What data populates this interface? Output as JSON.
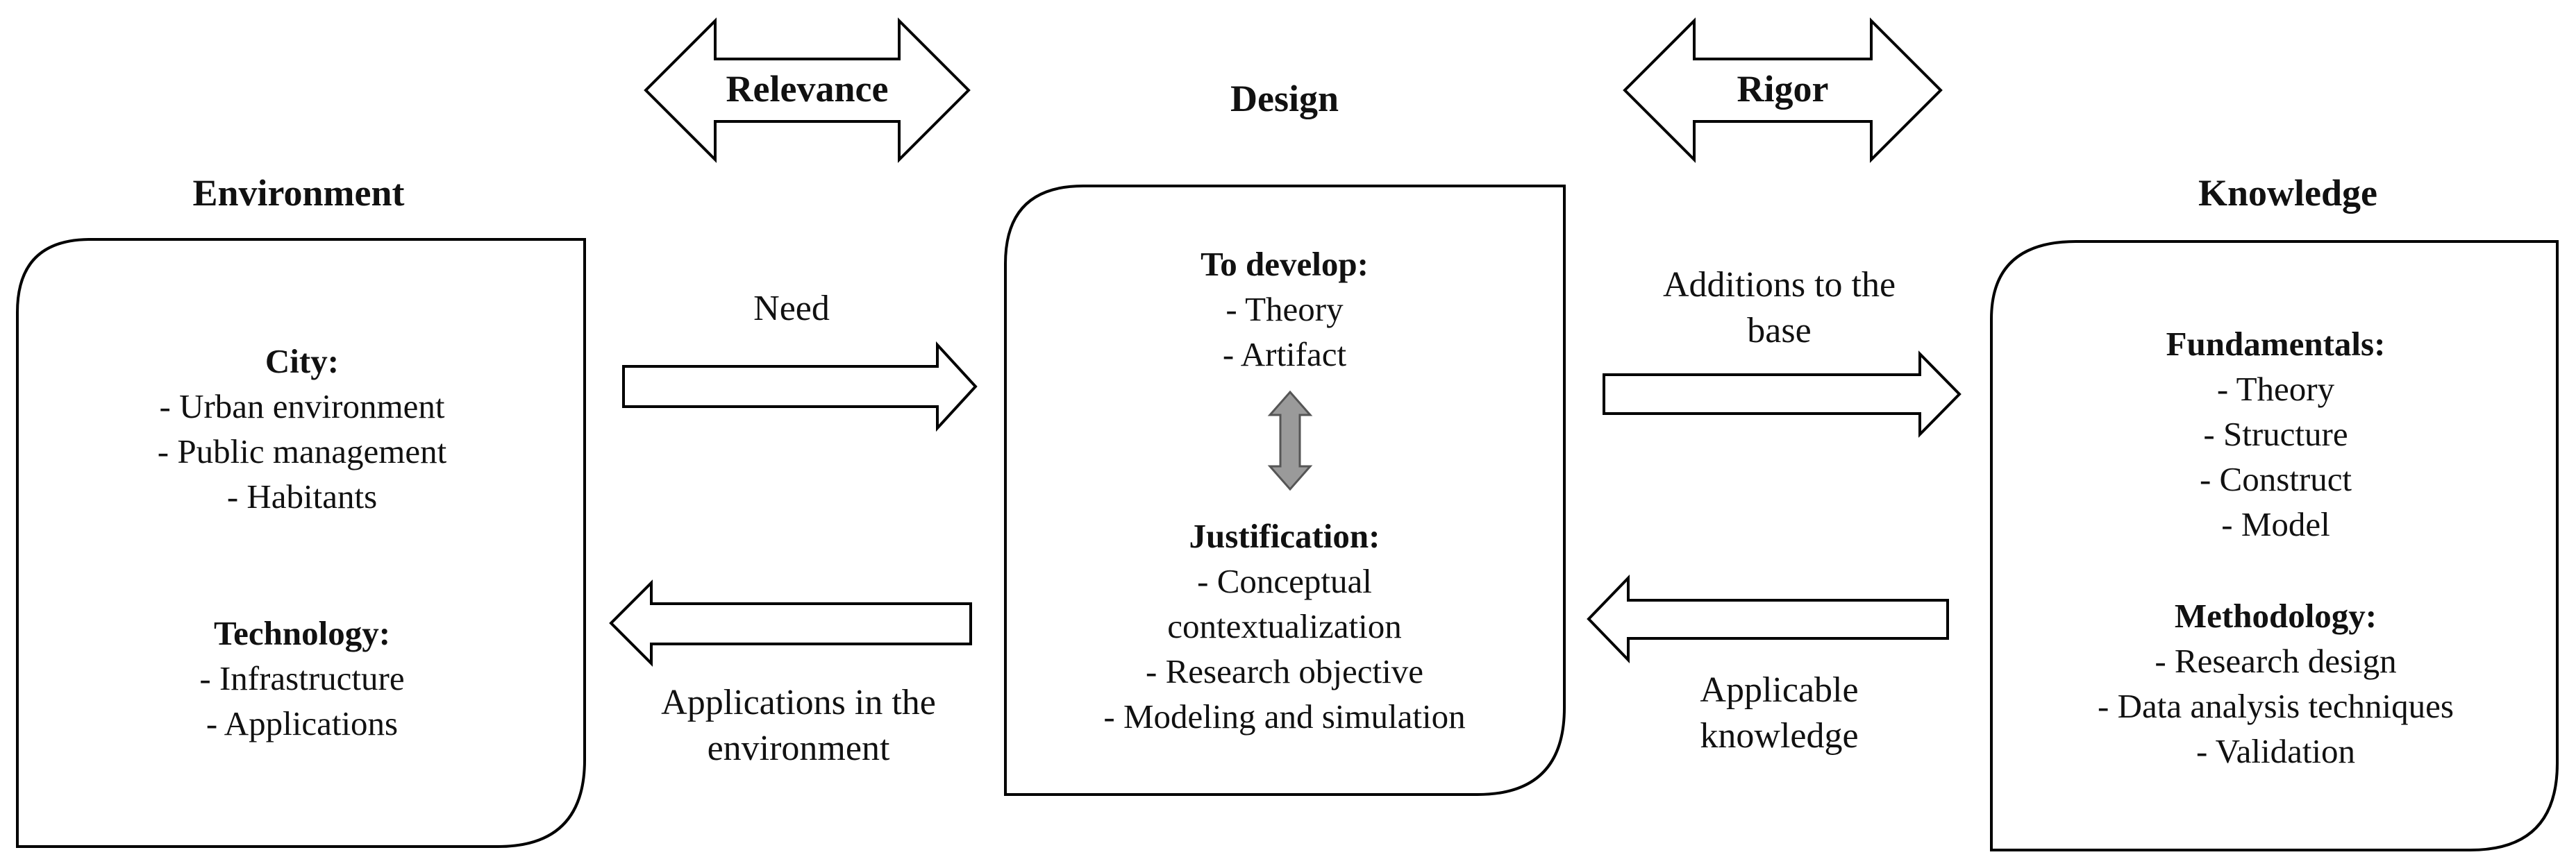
{
  "top_arrows": {
    "relevance": "Relevance",
    "rigor": "Rigor"
  },
  "environment": {
    "title": "Environment",
    "city": {
      "heading": "City:",
      "items": [
        "- Urban environment",
        "- Public management",
        "- Habitants"
      ]
    },
    "technology": {
      "heading": "Technology:",
      "items": [
        "- Infrastructure",
        "- Applications"
      ]
    }
  },
  "design": {
    "title": "Design",
    "to_develop": {
      "heading": "To develop:",
      "items": [
        "- Theory",
        "- Artifact"
      ]
    },
    "justification": {
      "heading": "Justification:",
      "items": [
        "- Conceptual",
        "contextualization",
        "- Research objective",
        "- Modeling and simulation"
      ]
    }
  },
  "knowledge": {
    "title": "Knowledge",
    "fundamentals": {
      "heading": "Fundamentals:",
      "items": [
        "- Theory",
        "- Structure",
        "- Construct",
        "- Model"
      ]
    },
    "methodology": {
      "heading": "Methodology:",
      "items": [
        "- Research design",
        "- Data analysis techniques",
        "- Validation"
      ]
    }
  },
  "flows": {
    "need": "Need",
    "applications": [
      "Applications in the",
      "environment"
    ],
    "additions": [
      "Additions to the",
      "base"
    ],
    "applicable": [
      "Applicable",
      "knowledge"
    ]
  },
  "colors": {
    "stroke": "#000000",
    "double_arrow_fill": "#9a9a9a"
  }
}
